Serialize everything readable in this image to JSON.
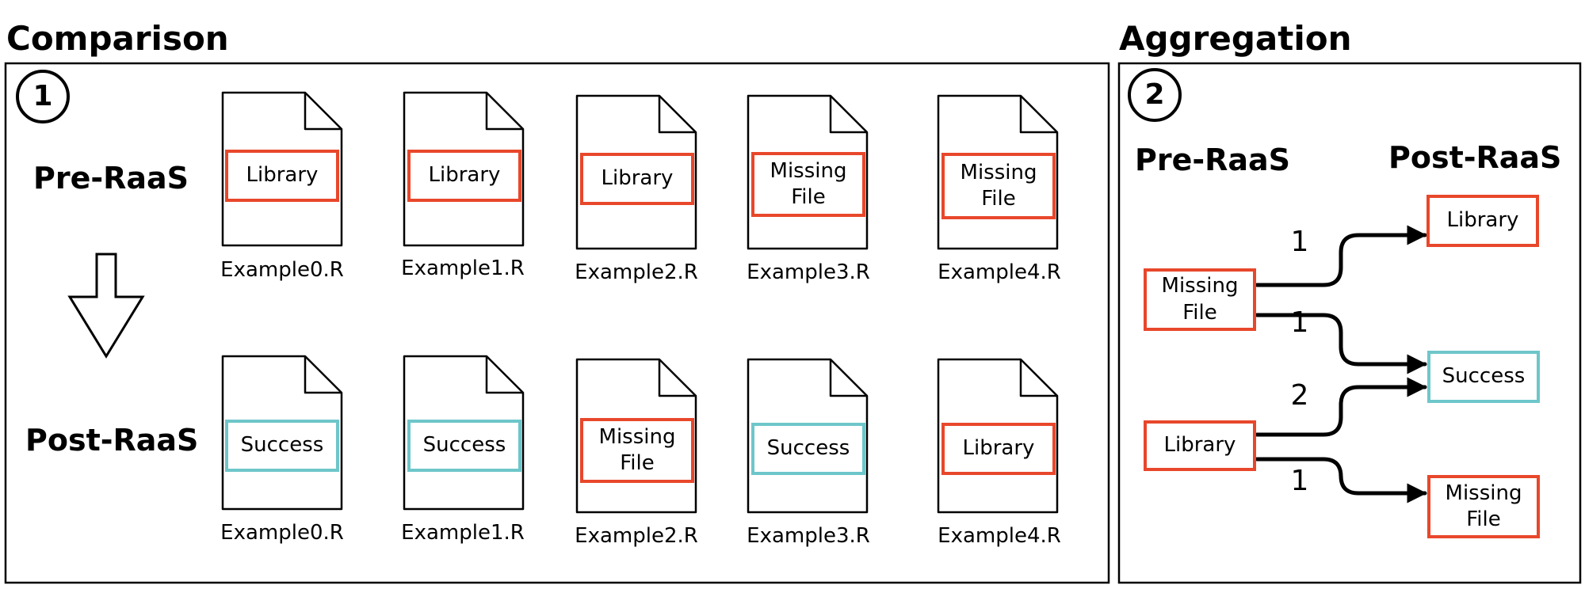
{
  "colors": {
    "failure": "#E8472B",
    "success": "#6EC6C9",
    "ink": "#000000"
  },
  "comparison": {
    "title": "Comparison",
    "step": "1",
    "pre_label": "Pre-RaaS",
    "post_label": "Post-RaaS",
    "arrow_icon": "down-arrow-icon",
    "pre_files": [
      {
        "name": "Example0.R",
        "status": "Library",
        "kind": "failure"
      },
      {
        "name": "Example1.R",
        "status": "Library",
        "kind": "failure"
      },
      {
        "name": "Example2.R",
        "status": "Library",
        "kind": "failure"
      },
      {
        "name": "Example3.R",
        "status": "Missing\nFile",
        "kind": "failure"
      },
      {
        "name": "Example4.R",
        "status": "Missing\nFile",
        "kind": "failure"
      }
    ],
    "post_files": [
      {
        "name": "Example0.R",
        "status": "Success",
        "kind": "success"
      },
      {
        "name": "Example1.R",
        "status": "Success",
        "kind": "success"
      },
      {
        "name": "Example2.R",
        "status": "Missing\nFile",
        "kind": "failure"
      },
      {
        "name": "Example3.R",
        "status": "Success",
        "kind": "success"
      },
      {
        "name": "Example4.R",
        "status": "Library",
        "kind": "failure"
      }
    ]
  },
  "aggregation": {
    "title": "Aggregation",
    "step": "2",
    "pre_label": "Pre-RaaS",
    "post_label": "Post-RaaS",
    "pre_nodes": [
      {
        "id": "pre_missing",
        "label": "Missing\nFile",
        "kind": "failure"
      },
      {
        "id": "pre_library",
        "label": "Library",
        "kind": "failure"
      }
    ],
    "post_nodes": [
      {
        "id": "post_library",
        "label": "Library",
        "kind": "failure"
      },
      {
        "id": "post_success",
        "label": "Success",
        "kind": "success"
      },
      {
        "id": "post_missing",
        "label": "Missing\nFile",
        "kind": "failure"
      }
    ],
    "edges": [
      {
        "from": "pre_missing",
        "to": "post_library",
        "count": "1"
      },
      {
        "from": "pre_missing",
        "to": "post_success",
        "count": "1"
      },
      {
        "from": "pre_library",
        "to": "post_success",
        "count": "2"
      },
      {
        "from": "pre_library",
        "to": "post_missing",
        "count": "1"
      }
    ]
  }
}
